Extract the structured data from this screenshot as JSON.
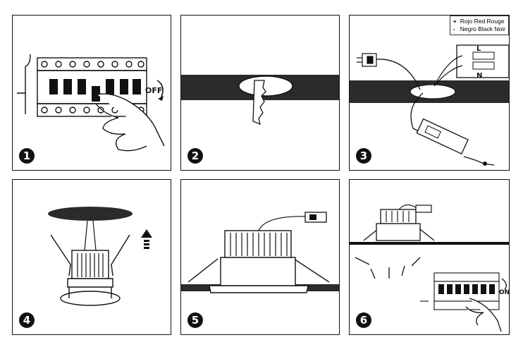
{
  "steps": [
    {
      "number": "1",
      "switch_label": "OFF"
    },
    {
      "number": "2"
    },
    {
      "number": "3",
      "terminal_live": "L",
      "terminal_neutral": "N"
    },
    {
      "number": "4"
    },
    {
      "number": "5"
    },
    {
      "number": "6",
      "switch_label": "ON"
    }
  ],
  "legend": {
    "positive_symbol": "+",
    "positive_text": "Rojo Red Rouge",
    "negative_symbol": "-",
    "negative_text": "Negro Black Noir"
  },
  "colors": {
    "ceiling": "#2b2b2b",
    "line": "#111111",
    "badge": "#111111"
  }
}
